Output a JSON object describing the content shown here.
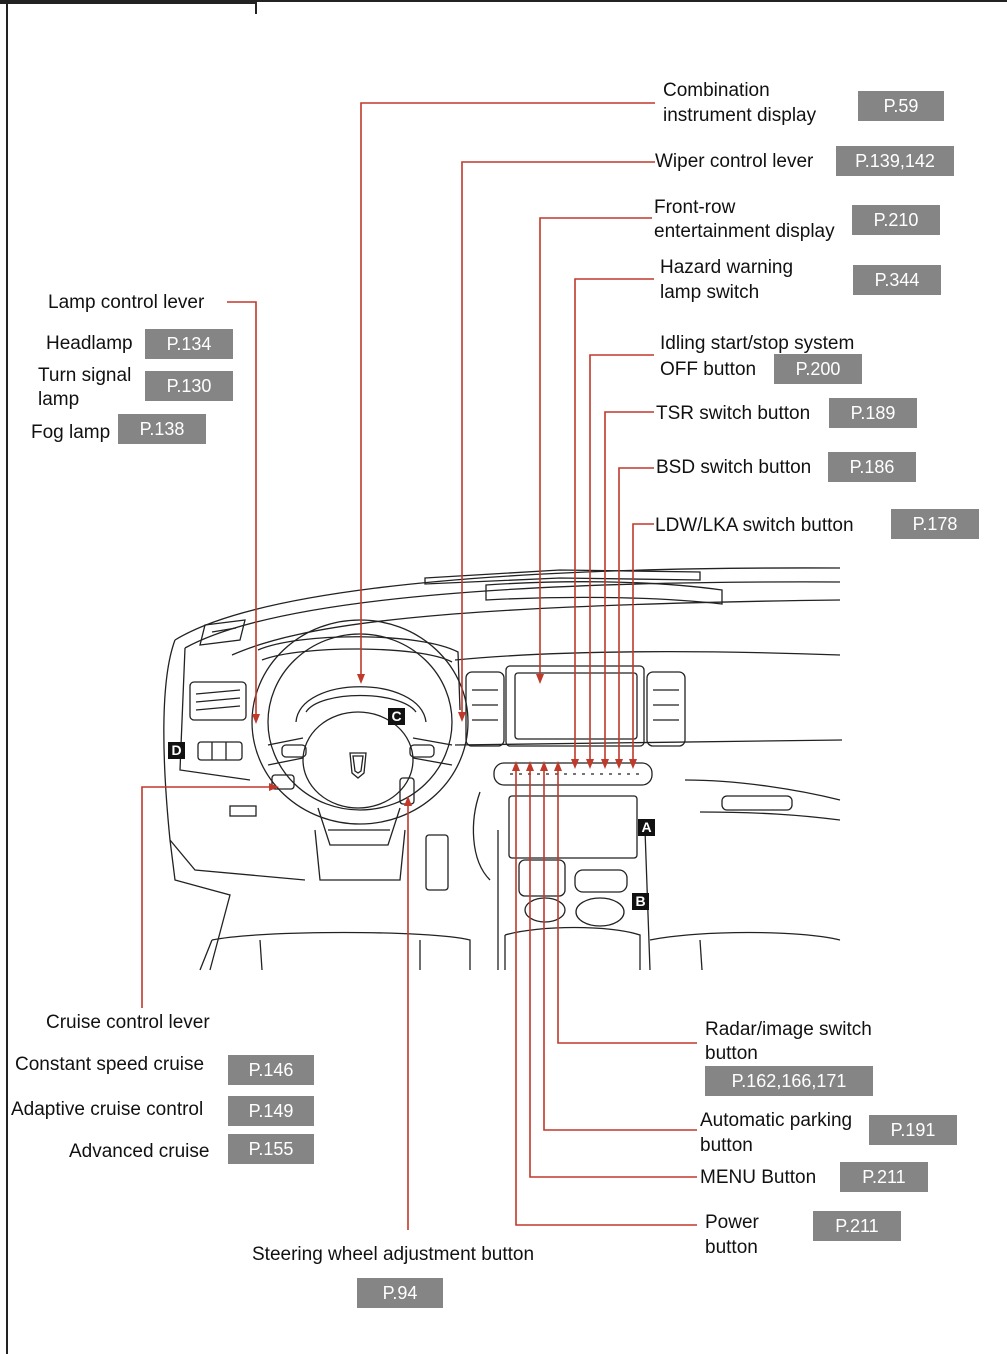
{
  "labels": {
    "combination": [
      "Combination",
      "instrument display"
    ],
    "wiper": "Wiper control lever",
    "front_row": [
      "Front-row",
      "entertainment display"
    ],
    "hazard": [
      "Hazard warning",
      "lamp switch"
    ],
    "idling": [
      "Idling start/stop system",
      "OFF button"
    ],
    "tsr": "TSR switch button",
    "bsd": "BSD switch button",
    "ldw": "LDW/LKA switch button",
    "lamp_lever": "Lamp control lever",
    "headlamp": "Headlamp",
    "turn_signal": [
      "Turn signal",
      "lamp"
    ],
    "fog": "Fog lamp",
    "cruise_lever": "Cruise control lever",
    "constant_cruise": "Constant speed cruise",
    "adaptive_cruise": "Adaptive cruise control",
    "advanced_cruise": "Advanced cruise",
    "radar": [
      "Radar/image switch",
      "button"
    ],
    "auto_parking": [
      "Automatic parking",
      "button"
    ],
    "menu": "MENU Button",
    "power": [
      "Power",
      "button"
    ],
    "steering": "Steering wheel adjustment button"
  },
  "pages": {
    "combination": "P.59",
    "wiper": "P.139,142",
    "front_row": "P.210",
    "hazard": "P.344",
    "idling": "P.200",
    "tsr": "P.189",
    "bsd": "P.186",
    "ldw": "P.178",
    "headlamp": "P.134",
    "turn_signal": "P.130",
    "fog": "P.138",
    "constant_cruise": "P.146",
    "adaptive_cruise": "P.149",
    "advanced_cruise": "P.155",
    "radar": "P.162,166,171",
    "auto_parking": "P.191",
    "menu": "P.211",
    "power": "P.211",
    "steering": "P.94"
  },
  "markers": {
    "a": "A",
    "b": "B",
    "c": "C",
    "d": "D"
  },
  "colors": {
    "leader": "#c0392b",
    "badge": "#858585",
    "line_art": "#222222"
  }
}
